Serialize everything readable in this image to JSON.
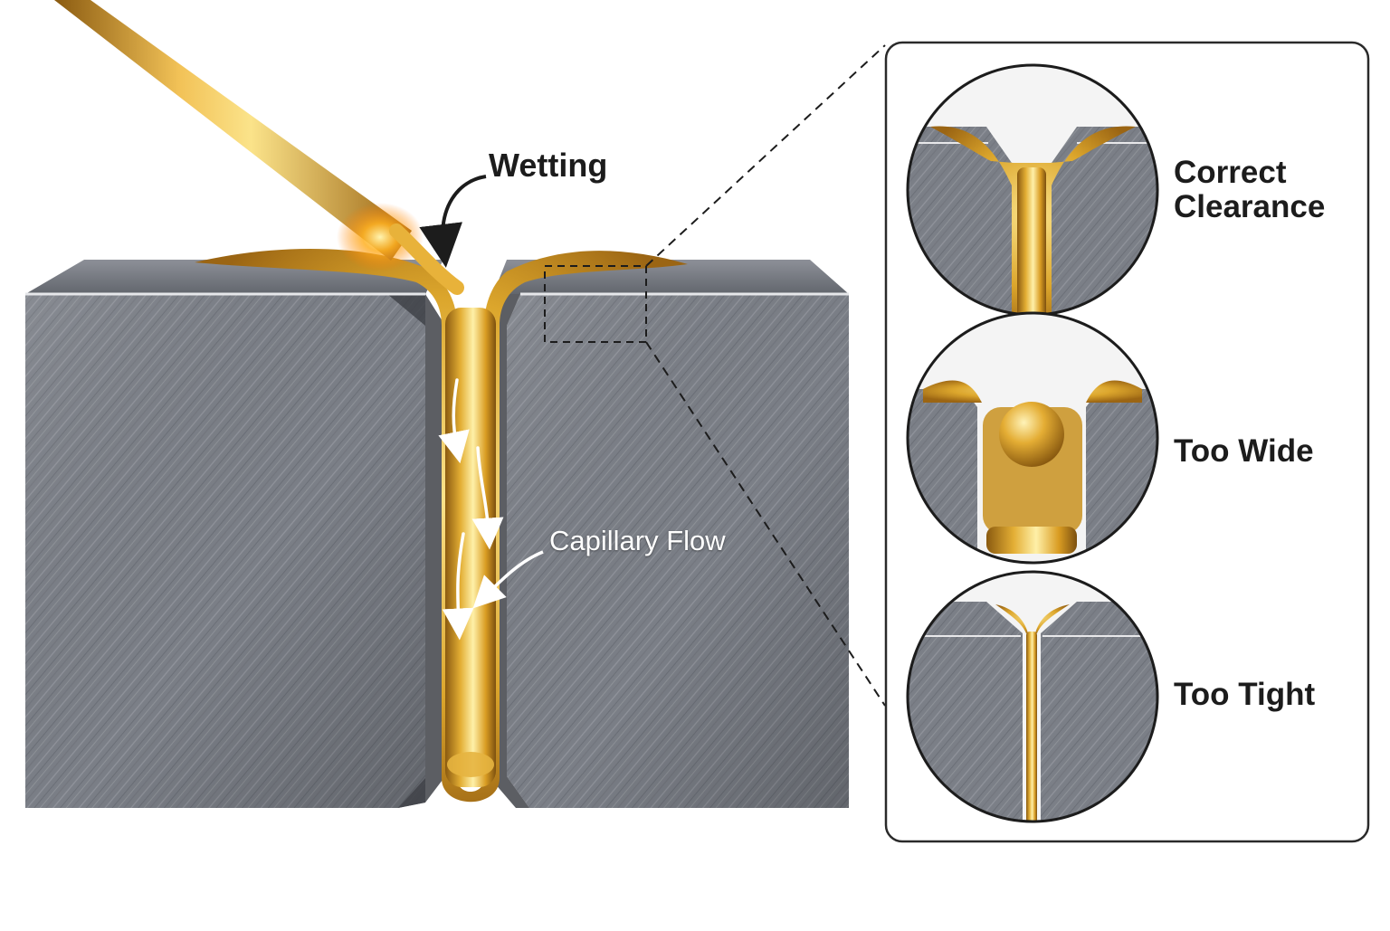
{
  "labels": {
    "wetting": "Wetting",
    "capillary_flow": "Capillary Flow",
    "correct_line1": "Correct",
    "correct_line2": "Clearance",
    "too_wide": "Too Wide",
    "too_tight": "Too Tight"
  },
  "colors": {
    "steel_dark": "#5a5e66",
    "steel_light": "#9a9da4",
    "brass": "#d9a528",
    "brass_highlight": "#fbe38a",
    "brass_shadow": "#8a5a10",
    "label_text": "#1c1c1c",
    "panel_border": "#2a2a2a"
  }
}
